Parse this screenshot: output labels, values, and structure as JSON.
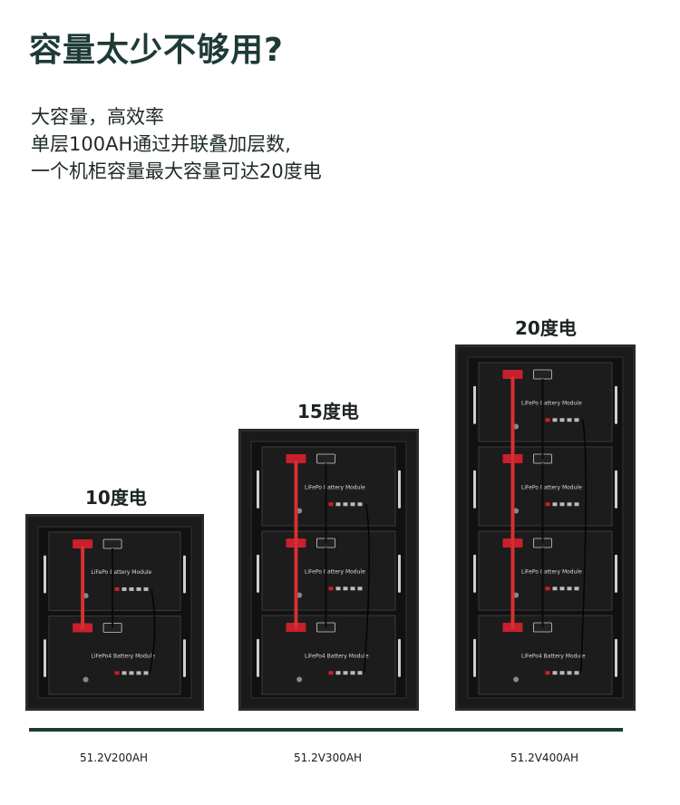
{
  "header": {
    "title": "容量太少不够用?"
  },
  "description": {
    "lines": [
      "大容量，高效率",
      "单层100AH通过并联叠加层数,",
      "一个机柜容量最大容量可达20度电"
    ]
  },
  "products": [
    {
      "capacity_label": "10度电",
      "spec": "51.2V200AH",
      "modules": 2,
      "module_labels": [
        "LiFePo  Battery Module",
        "LiFePo4 Battery Module"
      ]
    },
    {
      "capacity_label": "15度电",
      "spec": "51.2V300AH",
      "modules": 3,
      "module_labels": [
        "LiFePo  Battery Module",
        "LiFePo  Battery Module",
        "LiFePo4 Battery Module"
      ]
    },
    {
      "capacity_label": "20度电",
      "spec": "51.2V400AH",
      "modules": 4,
      "module_labels": [
        "LiFePo  Battery Module",
        "LiFePo  Battery Module",
        "LiFePo  Battery Module",
        "LiFePo4 Battery Module"
      ]
    }
  ],
  "colors": {
    "title": "#1e3a36",
    "cabinet": "#1a1a1a",
    "cable_red": "#d63030",
    "terminal_red": "#c8202c"
  }
}
